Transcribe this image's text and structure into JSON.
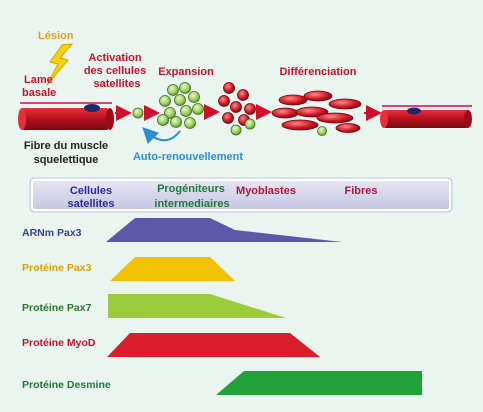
{
  "title_labels": {
    "lesion": "Lésion",
    "lame_basale_1": "Lame",
    "lame_basale_2": "basale",
    "activation_1": "Activation",
    "activation_2": "des cellules",
    "activation_3": "satellites",
    "expansion": "Expansion",
    "differenciation": "Différenciation",
    "fibre_1": "Fibre du muscle",
    "fibre_2": "squelettique",
    "auto_renouvellement": "Auto-renouvellement"
  },
  "stages": [
    {
      "label_1": "Cellules",
      "label_2": "satellites",
      "color": "#2a2f8f"
    },
    {
      "label_1": "Progéniteurs",
      "label_2": "intermediaires",
      "color": "#1f7a3a"
    },
    {
      "label_1": "Myoblastes",
      "label_2": "",
      "color": "#b0163a"
    },
    {
      "label_1": "Fibres",
      "label_2": "",
      "color": "#b0163a"
    }
  ],
  "expressions": [
    {
      "label": "ARNm Pax3",
      "color": "#5a5aa8",
      "label_color": "#3a3f96"
    },
    {
      "label": "Protéine Pax3",
      "color": "#f2c200",
      "label_color": "#e0a100"
    },
    {
      "label": "Protéine Pax7",
      "color": "#9ccc3c",
      "label_color": "#2a7a2a"
    },
    {
      "label": "Protéine MyoD",
      "color": "#d81e2a",
      "label_color": "#c8102e"
    },
    {
      "label": "Protéine Desmine",
      "color": "#22a13a",
      "label_color": "#1f7a3a"
    }
  ],
  "colors": {
    "lesion": "#e8a020",
    "red_text": "#d0102a",
    "blue_text": "#2a8fd0",
    "dark_text": "#222222",
    "stage_band": "#cccde8",
    "muscle": "#c8101e",
    "cell_green": "#9cd060"
  }
}
